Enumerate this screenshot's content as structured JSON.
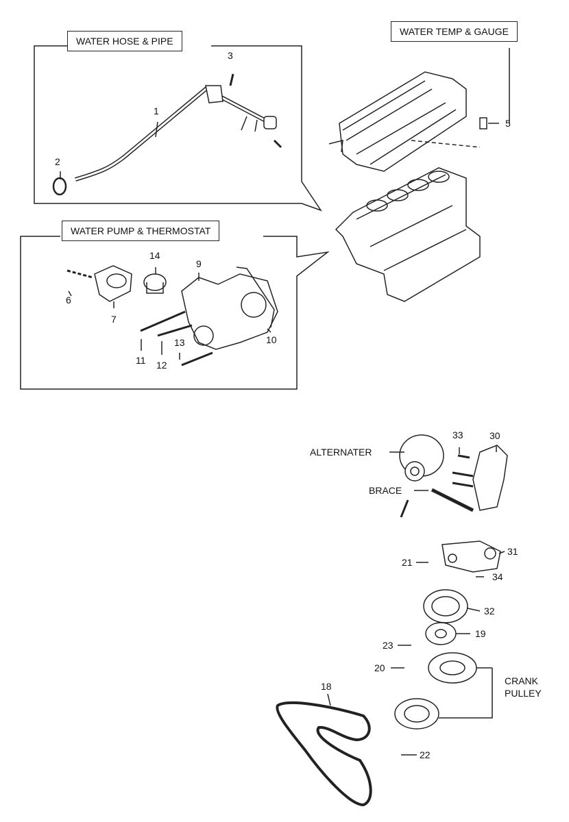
{
  "sections": {
    "water_hose_pipe": "WATER HOSE & PIPE",
    "water_temp_gauge": "WATER TEMP & GAUGE",
    "water_pump_thermostat": "WATER PUMP & THERMOSTAT"
  },
  "callouts": {
    "n1": "1",
    "n2": "2",
    "n3": "3",
    "n5": "5",
    "n6": "6",
    "n7": "7",
    "n9": "9",
    "n10": "10",
    "n11": "11",
    "n12": "12",
    "n13": "13",
    "n14": "14",
    "n18": "18",
    "n19": "19",
    "n20": "20",
    "n21": "21",
    "n22": "22",
    "n23": "23",
    "n30": "30",
    "n31": "31",
    "n32": "32",
    "n33": "33",
    "n34": "34"
  },
  "part_labels": {
    "alternater": "ALTERNATER",
    "brace": "BRACE",
    "crank": "CRANK",
    "pulley": "PULLEY"
  }
}
